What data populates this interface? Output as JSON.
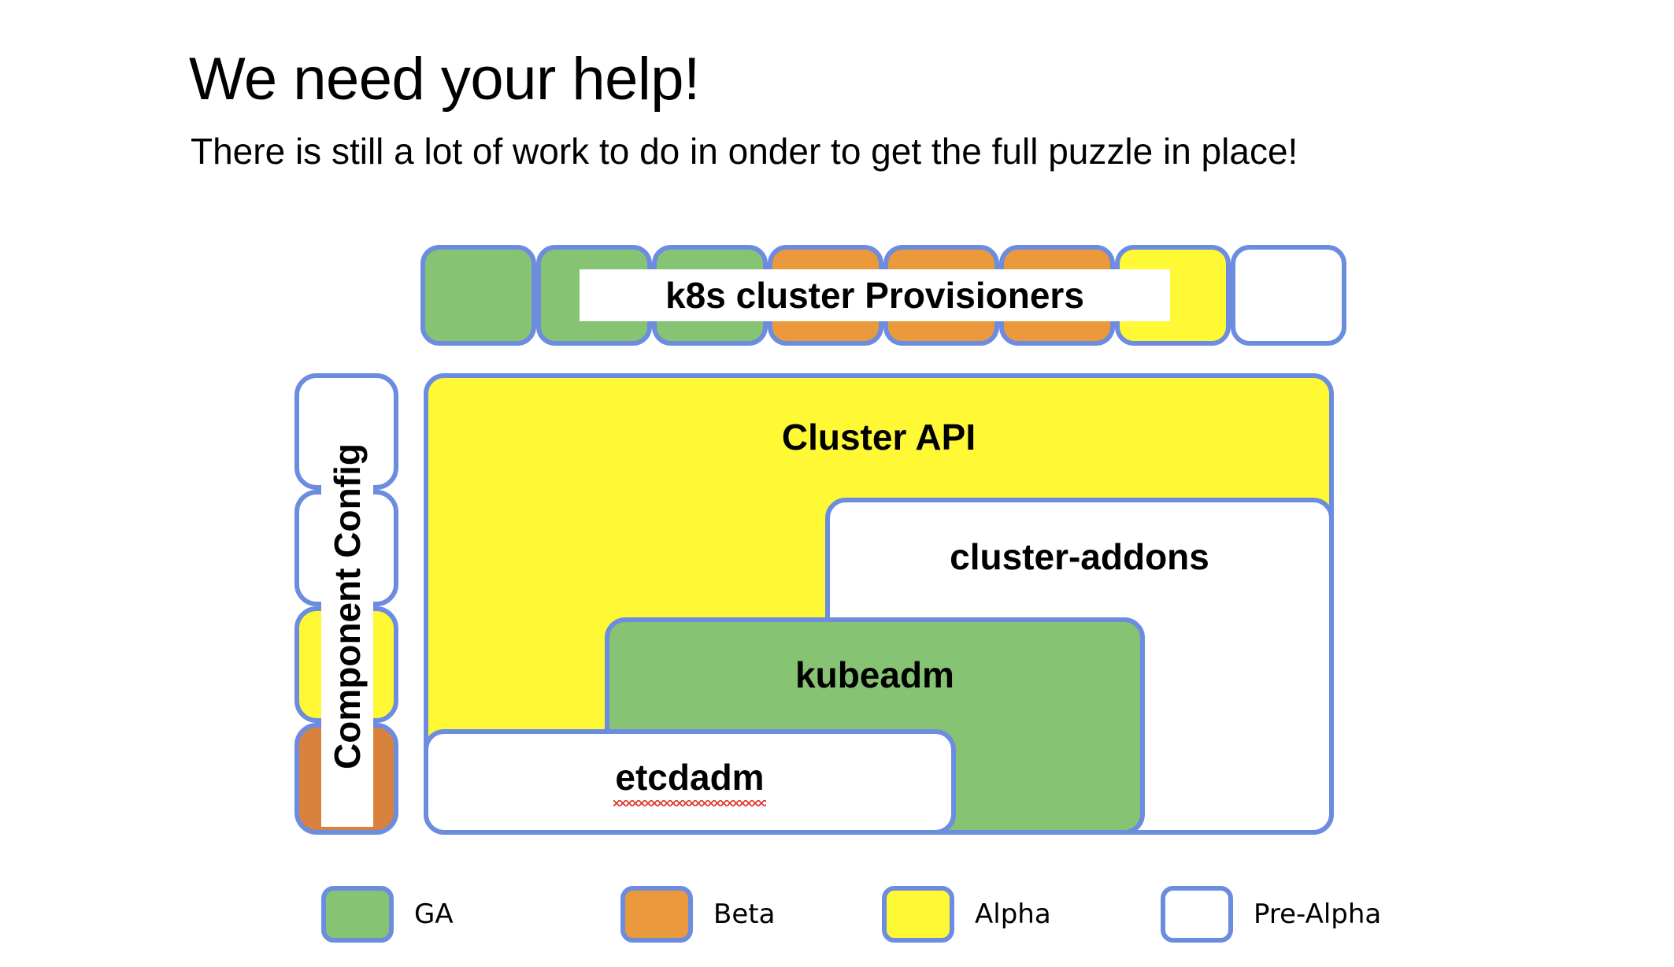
{
  "header": {
    "title": "We need your help!",
    "subtitle": "There is still a lot of work to do in onder to get the full puzzle in place!"
  },
  "colors": {
    "border": "#6C8CE0",
    "ga": "#86C372",
    "beta": "#EA9A3C",
    "beta_dark": "#D9823E",
    "alpha": "#FFF835",
    "pre_alpha": "#FFFFFF",
    "spell_underline": "#E03A30"
  },
  "provisioners": {
    "label": "k8s cluster Provisioners",
    "chips": [
      {
        "name": "chip-1",
        "status": "GA"
      },
      {
        "name": "chip-2",
        "status": "GA"
      },
      {
        "name": "chip-3",
        "status": "GA"
      },
      {
        "name": "chip-4",
        "status": "Beta"
      },
      {
        "name": "chip-5",
        "status": "Beta"
      },
      {
        "name": "chip-6",
        "status": "Beta"
      },
      {
        "name": "chip-7",
        "status": "Alpha"
      },
      {
        "name": "chip-8",
        "status": "Pre-Alpha"
      }
    ]
  },
  "component_config": {
    "label": "Component Config",
    "chips": [
      {
        "name": "cc-chip-1",
        "status": "Pre-Alpha"
      },
      {
        "name": "cc-chip-2",
        "status": "Pre-Alpha"
      },
      {
        "name": "cc-chip-3",
        "status": "Alpha"
      },
      {
        "name": "cc-chip-4",
        "status": "Beta"
      }
    ]
  },
  "stack": {
    "cluster_api": {
      "label": "Cluster API",
      "status": "Alpha"
    },
    "cluster_addons": {
      "label": "cluster-addons",
      "status": "Pre-Alpha"
    },
    "kubeadm": {
      "label": "kubeadm",
      "status": "GA"
    },
    "etcdadm": {
      "label": "etcdadm",
      "status": "Pre-Alpha",
      "spellcheck_flagged": true
    }
  },
  "legend": {
    "items": [
      {
        "label": "GA",
        "color": "#86C372"
      },
      {
        "label": "Beta",
        "color": "#EA9A3C"
      },
      {
        "label": "Alpha",
        "color": "#FFF835"
      },
      {
        "label": "Pre-Alpha",
        "color": "#FFFFFF"
      }
    ]
  }
}
